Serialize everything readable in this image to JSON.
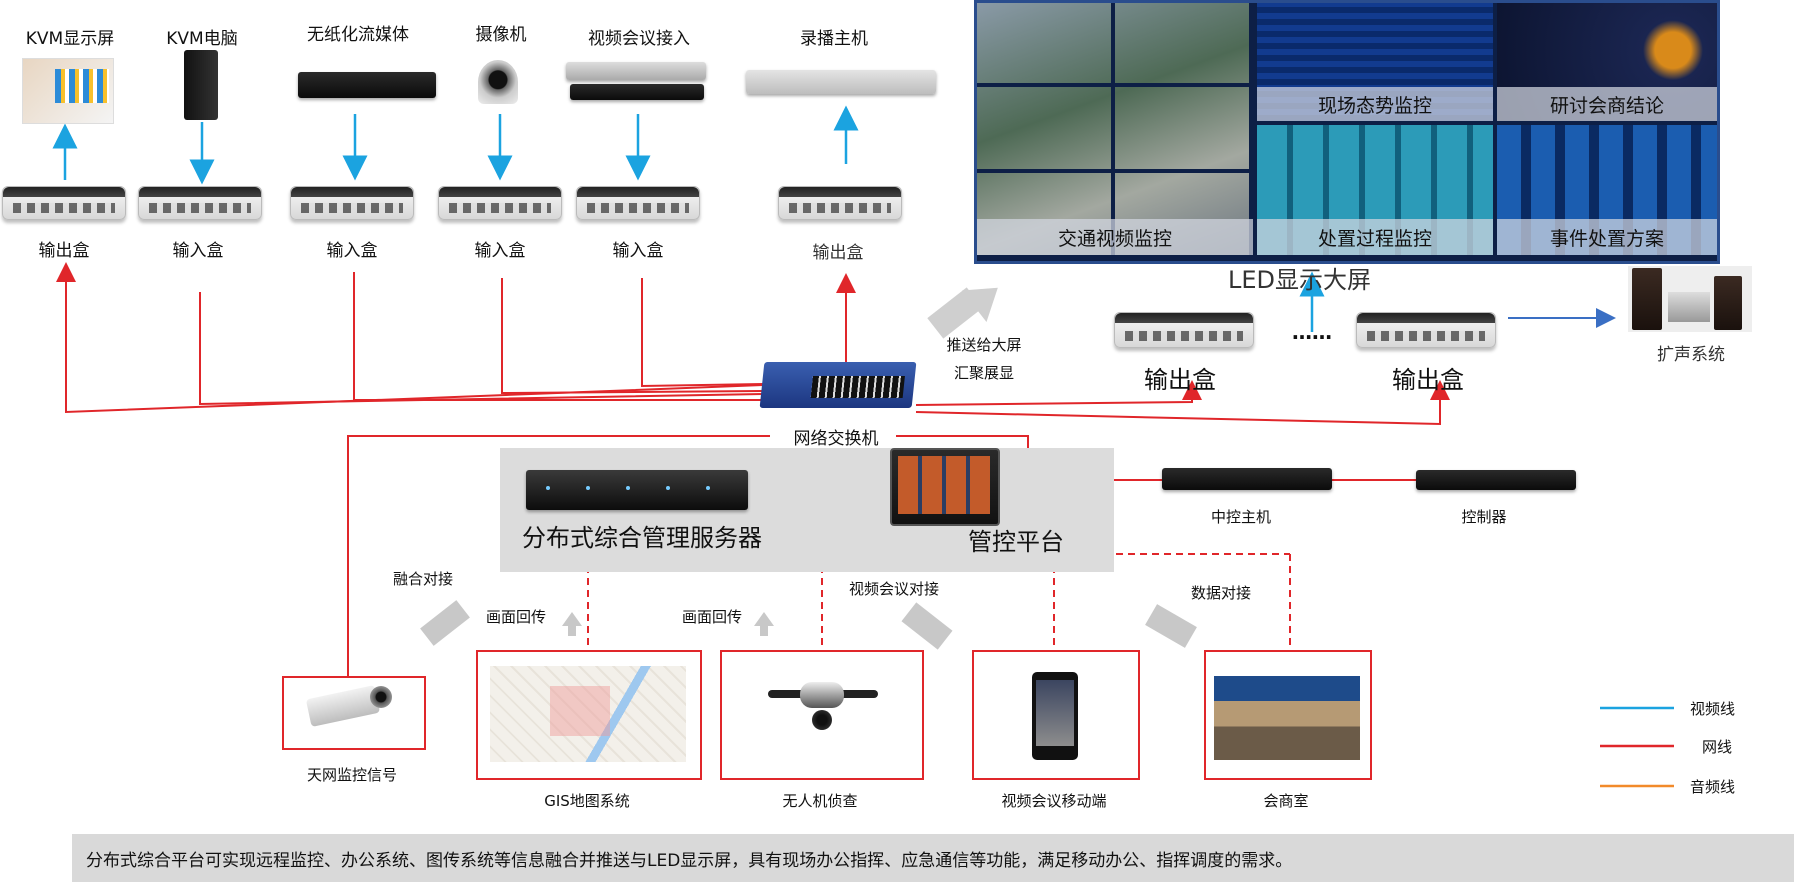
{
  "top_devices": {
    "kvm_screen": "KVM显示屏",
    "kvm_pc": "KVM电脑",
    "paperless": "无纸化流媒体",
    "camera": "摄像机",
    "vconf_in": "视频会议接入",
    "recorder": "录播主机"
  },
  "boxes": {
    "out1": "输出盒",
    "in1": "输入盒",
    "in2": "输入盒",
    "in3": "输入盒",
    "in4": "输入盒",
    "out2": "输出盒",
    "out3": "输出盒",
    "out4": "输出盒"
  },
  "wall": {
    "title": "LED显示大屏",
    "panels": {
      "traffic": "交通视频监控",
      "situation": "现场态势监控",
      "seminar": "研讨会商结论",
      "process": "处置过程监控",
      "plan": "事件处置方案"
    }
  },
  "push_label_1": "推送给大屏",
  "push_label_2": "汇聚展显",
  "ellipsis": "……",
  "speaker": "扩声系统",
  "switch": "网络交换机",
  "server": "分布式综合管理服务器",
  "control_platform": "管控平台",
  "central_host": "中控主机",
  "controller": "控制器",
  "integrations": {
    "fusion": "融合对接",
    "return1": "画面回传",
    "return2": "画面回传",
    "vconf": "视频会议对接",
    "data": "数据对接"
  },
  "sources": {
    "skynet": "天网监控信号",
    "gis": "GIS地图系统",
    "drone": "无人机侦查",
    "mobile": "视频会议移动端",
    "meeting": "会商室"
  },
  "legend": [
    {
      "label": "视频线",
      "color": "#1ba3e0"
    },
    {
      "label": "网线",
      "color": "#e0262a"
    },
    {
      "label": "音频线",
      "color": "#f28a2a"
    }
  ],
  "footer": "分布式综合平台可实现远程监控、办公系统、图传系统等信息融合并推送与LED显示屏，具有现场办公指挥、应急通信等功能，满足移动办公、指挥调度的需求。"
}
